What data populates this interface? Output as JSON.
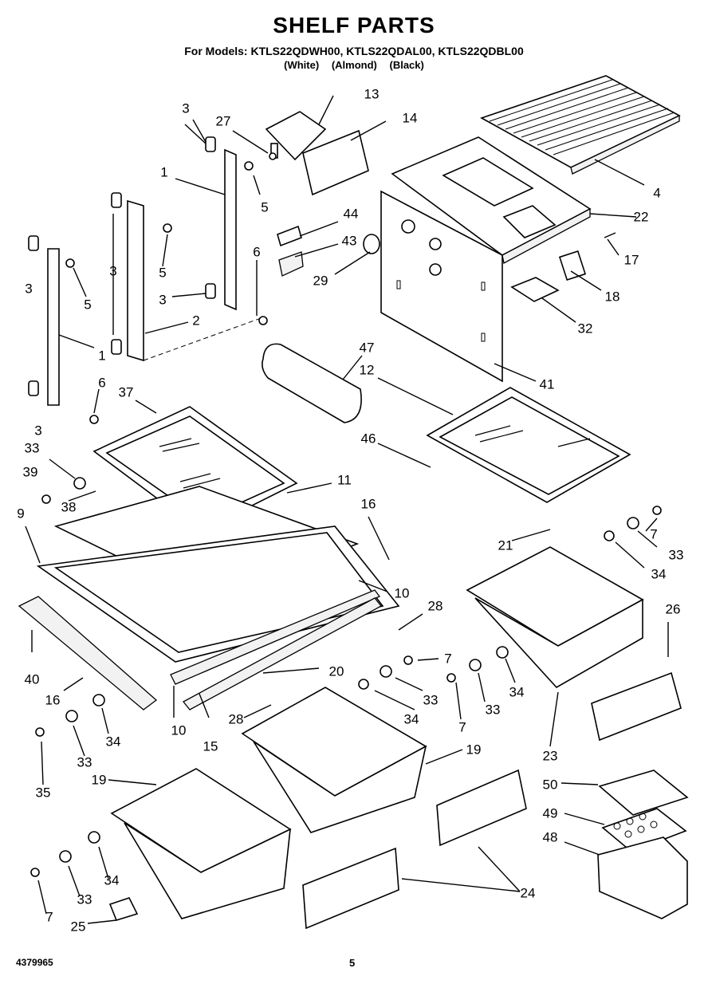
{
  "header": {
    "title": "SHELF PARTS",
    "models_line": "For Models: KTLS22QDWH00, KTLS22QDAL00, KTLS22QDBL00",
    "finishes": [
      "(White)",
      "(Almond)",
      "(Black)"
    ]
  },
  "footer": {
    "part_number": "4379965",
    "page_number": "5"
  },
  "callouts": [
    {
      "id": "c3a",
      "label": "3"
    },
    {
      "id": "c27",
      "label": "27"
    },
    {
      "id": "c13",
      "label": "13"
    },
    {
      "id": "c14",
      "label": "14"
    },
    {
      "id": "c1a",
      "label": "1"
    },
    {
      "id": "c5a",
      "label": "5"
    },
    {
      "id": "c44",
      "label": "44"
    },
    {
      "id": "c4",
      "label": "4"
    },
    {
      "id": "c22",
      "label": "22"
    },
    {
      "id": "c43",
      "label": "43"
    },
    {
      "id": "c3b",
      "label": "3"
    },
    {
      "id": "c6a",
      "label": "6"
    },
    {
      "id": "c17",
      "label": "17"
    },
    {
      "id": "c3c",
      "label": "3"
    },
    {
      "id": "c5b",
      "label": "5"
    },
    {
      "id": "c29",
      "label": "29"
    },
    {
      "id": "c18",
      "label": "18"
    },
    {
      "id": "c5c",
      "label": "5"
    },
    {
      "id": "c3d",
      "label": "3"
    },
    {
      "id": "c32",
      "label": "32"
    },
    {
      "id": "c2",
      "label": "2"
    },
    {
      "id": "c1b",
      "label": "1"
    },
    {
      "id": "c47",
      "label": "47"
    },
    {
      "id": "c12",
      "label": "12"
    },
    {
      "id": "c41",
      "label": "41"
    },
    {
      "id": "c6b",
      "label": "6"
    },
    {
      "id": "c37",
      "label": "37"
    },
    {
      "id": "c3e",
      "label": "3"
    },
    {
      "id": "c46",
      "label": "46"
    },
    {
      "id": "c33a",
      "label": "33"
    },
    {
      "id": "c39",
      "label": "39"
    },
    {
      "id": "c11",
      "label": "11"
    },
    {
      "id": "c38",
      "label": "38"
    },
    {
      "id": "c16a",
      "label": "16"
    },
    {
      "id": "c9",
      "label": "9"
    },
    {
      "id": "c7a",
      "label": "7"
    },
    {
      "id": "c21",
      "label": "21"
    },
    {
      "id": "c33b",
      "label": "33"
    },
    {
      "id": "c34a",
      "label": "34"
    },
    {
      "id": "c10a",
      "label": "10"
    },
    {
      "id": "c26",
      "label": "26"
    },
    {
      "id": "c28a",
      "label": "28"
    },
    {
      "id": "c40",
      "label": "40"
    },
    {
      "id": "c7b",
      "label": "7"
    },
    {
      "id": "c20",
      "label": "20"
    },
    {
      "id": "c16b",
      "label": "16"
    },
    {
      "id": "c33c",
      "label": "33"
    },
    {
      "id": "c34b",
      "label": "34"
    },
    {
      "id": "c33d",
      "label": "33"
    },
    {
      "id": "c7c",
      "label": "7"
    },
    {
      "id": "c34c",
      "label": "34"
    },
    {
      "id": "c10b",
      "label": "10"
    },
    {
      "id": "c15",
      "label": "15"
    },
    {
      "id": "c28b",
      "label": "28"
    },
    {
      "id": "c34d",
      "label": "34"
    },
    {
      "id": "c33e",
      "label": "33"
    },
    {
      "id": "c23",
      "label": "23"
    },
    {
      "id": "c35",
      "label": "35"
    },
    {
      "id": "c19a",
      "label": "19"
    },
    {
      "id": "c19b",
      "label": "19"
    },
    {
      "id": "c50",
      "label": "50"
    },
    {
      "id": "c49",
      "label": "49"
    },
    {
      "id": "c48",
      "label": "48"
    },
    {
      "id": "c34e",
      "label": "34"
    },
    {
      "id": "c33f",
      "label": "33"
    },
    {
      "id": "c24",
      "label": "24"
    },
    {
      "id": "c7d",
      "label": "7"
    },
    {
      "id": "c25",
      "label": "25"
    }
  ]
}
